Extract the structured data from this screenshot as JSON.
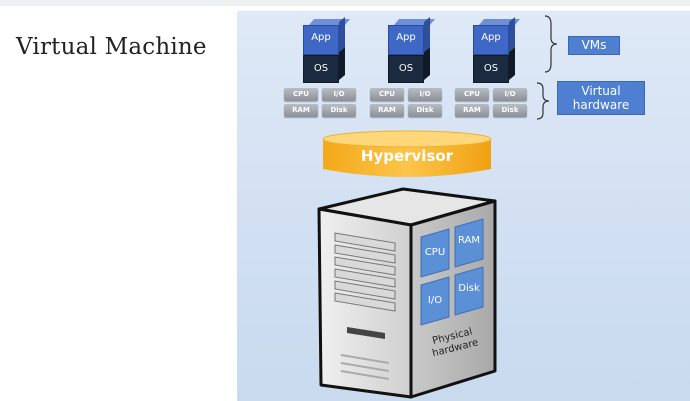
{
  "title": "Virtual Machine",
  "vms": [
    {
      "app": "App",
      "os": "OS"
    },
    {
      "app": "App",
      "os": "OS"
    },
    {
      "app": "App",
      "os": "OS"
    }
  ],
  "virtual_hw": [
    {
      "cpu": "CPU",
      "io": "I/O",
      "ram": "RAM",
      "disk": "Disk"
    },
    {
      "cpu": "CPU",
      "io": "I/O",
      "ram": "RAM",
      "disk": "Disk"
    },
    {
      "cpu": "CPU",
      "io": "I/O",
      "ram": "RAM",
      "disk": "Disk"
    }
  ],
  "labels": {
    "vms": "VMs",
    "virtual_hardware_line1": "Virtual",
    "virtual_hardware_line2": "hardware",
    "hypervisor": "Hypervisor",
    "physical_line1": "Physical",
    "physical_line2": "hardware"
  },
  "physical": {
    "cpu": "CPU",
    "ram": "RAM",
    "io": "I/O",
    "disk": "Disk"
  },
  "colors": {
    "app": "#3f68c6",
    "os": "#1c2a40",
    "hypervisor": "#f7b52c",
    "label_box": "#4f7fd0",
    "tower_panel": "#5b8fd6"
  }
}
